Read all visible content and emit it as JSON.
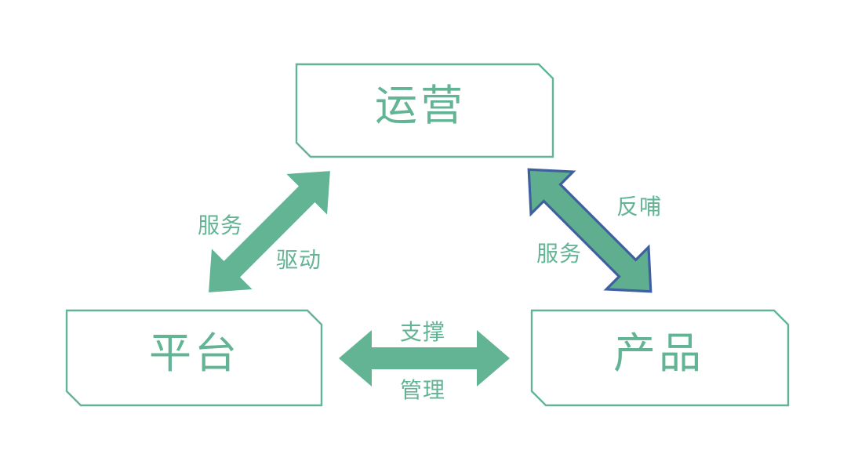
{
  "diagram": {
    "type": "triangular-relationship-diagram",
    "colors": {
      "accent_green": "#63B395",
      "selection_outline": "#3E5FA0",
      "background": "#FFFFFF"
    },
    "nodes": [
      {
        "id": "operations",
        "label": "运营",
        "shape": "chamfered-rectangle"
      },
      {
        "id": "platform",
        "label": "平台",
        "shape": "chamfered-rectangle"
      },
      {
        "id": "product",
        "label": "产品",
        "shape": "chamfered-rectangle"
      }
    ],
    "edges": [
      {
        "id": "platform-operations",
        "from": "platform",
        "to": "operations",
        "direction": "double",
        "orientation": "diagonal-up-right",
        "selected": false,
        "labels": [
          "服务",
          "驱动"
        ]
      },
      {
        "id": "operations-product",
        "from": "operations",
        "to": "product",
        "direction": "double",
        "orientation": "diagonal-down-right",
        "selected": true,
        "labels": [
          "反哺",
          "服务"
        ]
      },
      {
        "id": "platform-product",
        "from": "platform",
        "to": "product",
        "direction": "double",
        "orientation": "horizontal",
        "selected": false,
        "labels": [
          "支撑",
          "管理"
        ]
      }
    ],
    "edge_labels": {
      "left_upper": "服务",
      "left_lower": "驱动",
      "right_upper": "反哺",
      "right_lower": "服务",
      "bottom_upper": "支撑",
      "bottom_lower": "管理"
    }
  }
}
